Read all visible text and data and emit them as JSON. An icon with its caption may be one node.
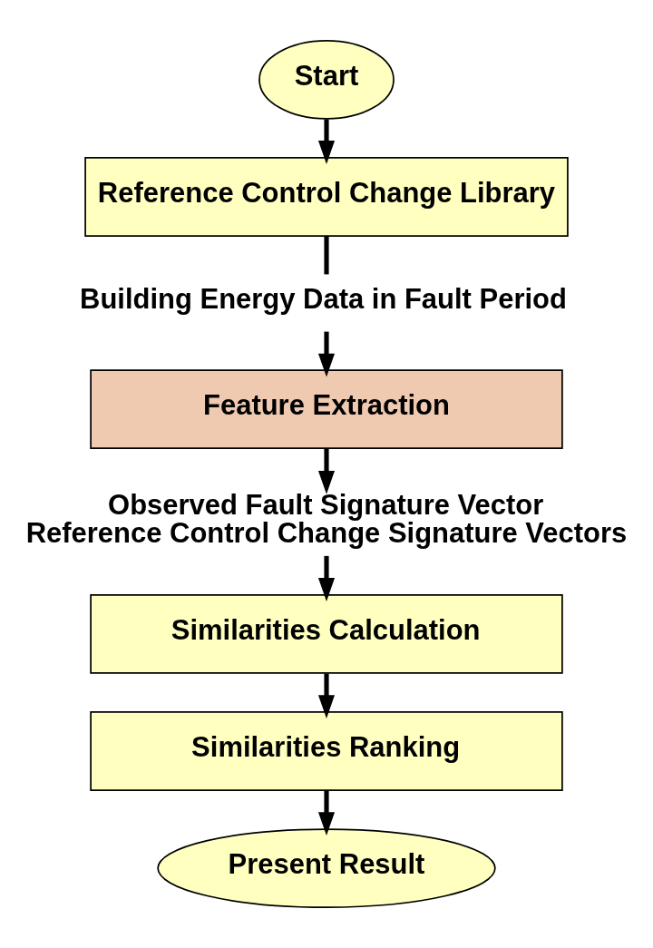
{
  "diagram": {
    "nodes": [
      {
        "text": [
          "Start"
        ]
      },
      {
        "text": [
          "Reference Control Change Library"
        ]
      },
      {
        "text": [
          "Building Energy Data in Fault Period"
        ]
      },
      {
        "text": [
          "Feature Extraction"
        ]
      },
      {
        "text": [
          "Observed Fault Signature Vector",
          "Reference Control Change Signature Vectors"
        ]
      },
      {
        "text": [
          "Similarities Calculation"
        ]
      },
      {
        "text": [
          "Similarities Ranking"
        ]
      },
      {
        "text": [
          "Present Result"
        ]
      }
    ],
    "edges": [
      {
        "from": 0,
        "to": 1,
        "arrow": "to"
      },
      {
        "from": 1,
        "to": 2,
        "arrow": "none"
      },
      {
        "from": 2,
        "to": 3,
        "arrow": "to"
      },
      {
        "from": 3,
        "to": 4,
        "arrow": "to"
      },
      {
        "from": 4,
        "to": 5,
        "arrow": "to"
      },
      {
        "from": 5,
        "to": 6,
        "arrow": "to"
      },
      {
        "from": 6,
        "to": 7,
        "arrow": "to"
      }
    ]
  }
}
